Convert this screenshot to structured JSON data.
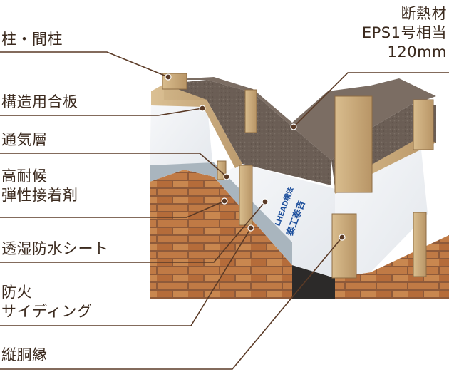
{
  "labels": {
    "pillar": "柱・間柱",
    "plywood": "構造用合板",
    "vent_layer": "通気層",
    "adhesive_line1": "高耐候",
    "adhesive_line2": "弾性接着剤",
    "sheet": "透湿防水シート",
    "siding_line1": "防火",
    "siding_line2": "サイディング",
    "furring": "縦胴縁",
    "insulation_line1": "断熱材",
    "insulation_line2": "EPS1号相当",
    "insulation_line3": "120mm"
  },
  "sheet_print": {
    "brand": "LHEAD構法",
    "stamp": "泰工泰吉"
  },
  "colors": {
    "leader": "#5a3a26",
    "text": "#3b2a1e",
    "brick": "#b06a3a",
    "eps": "#6f6259",
    "wood": "#cdb083"
  }
}
